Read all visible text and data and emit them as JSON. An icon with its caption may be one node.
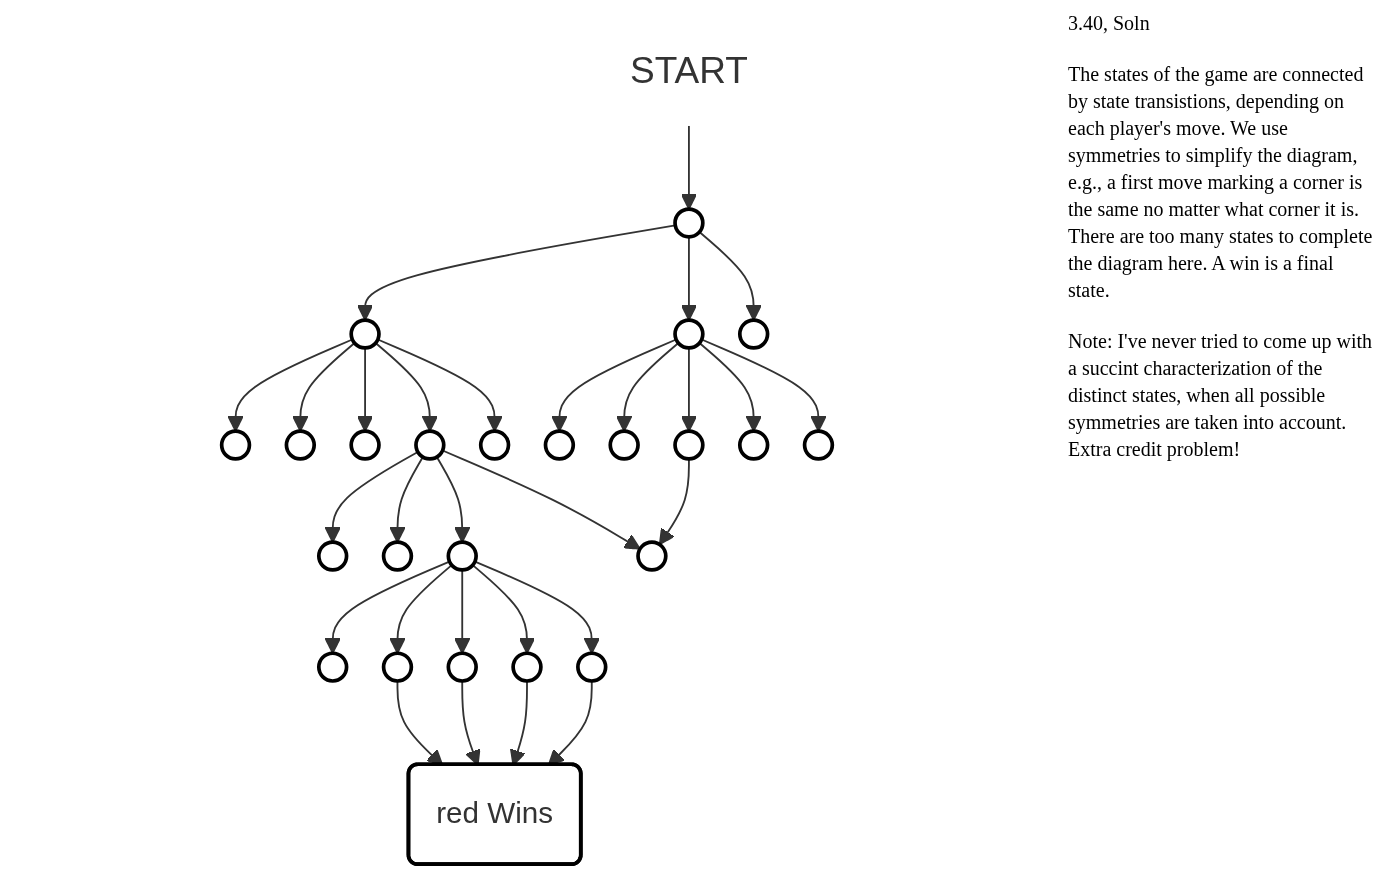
{
  "diagram": {
    "nodes": [
      {
        "text": [
          "START"
        ]
      },
      {
        "text": [],
        "shape": "circle"
      },
      {
        "text": [],
        "shape": "circle"
      },
      {
        "text": [],
        "shape": "circle"
      },
      {
        "text": [],
        "shape": "circle"
      },
      {
        "text": [],
        "shape": "circle"
      },
      {
        "text": [],
        "shape": "circle"
      },
      {
        "text": [],
        "shape": "circle"
      },
      {
        "text": [],
        "shape": "circle"
      },
      {
        "text": [],
        "shape": "circle"
      },
      {
        "text": [],
        "shape": "circle"
      },
      {
        "text": [],
        "shape": "circle"
      },
      {
        "text": [],
        "shape": "circle"
      },
      {
        "text": [],
        "shape": "circle"
      },
      {
        "text": [],
        "shape": "circle"
      },
      {
        "text": [],
        "shape": "circle"
      },
      {
        "text": [],
        "shape": "circle"
      },
      {
        "text": [],
        "shape": "circle"
      },
      {
        "text": [],
        "shape": "circle"
      },
      {
        "text": [],
        "shape": "circle"
      },
      {
        "text": [],
        "shape": "circle"
      },
      {
        "text": [],
        "shape": "circle"
      },
      {
        "text": [],
        "shape": "circle"
      },
      {
        "text": [],
        "shape": "circle"
      },
      {
        "text": [
          "red Wins"
        ]
      }
    ],
    "edges": [
      {
        "from": 0,
        "to": 1,
        "arrow": "to"
      },
      {
        "from": 1,
        "to": 2,
        "arrow": "to"
      },
      {
        "from": 1,
        "to": 3,
        "arrow": "to"
      },
      {
        "from": 1,
        "to": 4,
        "arrow": "to"
      },
      {
        "from": 2,
        "to": 5,
        "arrow": "to"
      },
      {
        "from": 2,
        "to": 6,
        "arrow": "to"
      },
      {
        "from": 2,
        "to": 7,
        "arrow": "to"
      },
      {
        "from": 2,
        "to": 8,
        "arrow": "to"
      },
      {
        "from": 2,
        "to": 9,
        "arrow": "to"
      },
      {
        "from": 3,
        "to": 10,
        "arrow": "to"
      },
      {
        "from": 3,
        "to": 11,
        "arrow": "to"
      },
      {
        "from": 3,
        "to": 12,
        "arrow": "to"
      },
      {
        "from": 3,
        "to": 13,
        "arrow": "to"
      },
      {
        "from": 3,
        "to": 14,
        "arrow": "to"
      },
      {
        "from": 8,
        "to": 15,
        "arrow": "to"
      },
      {
        "from": 8,
        "to": 16,
        "arrow": "to"
      },
      {
        "from": 8,
        "to": 17,
        "arrow": "to"
      },
      {
        "from": 8,
        "to": 18,
        "arrow": "to"
      },
      {
        "from": 12,
        "to": 18,
        "arrow": "to"
      },
      {
        "from": 17,
        "to": 19,
        "arrow": "to"
      },
      {
        "from": 17,
        "to": 20,
        "arrow": "to"
      },
      {
        "from": 17,
        "to": 21,
        "arrow": "to"
      },
      {
        "from": 17,
        "to": 22,
        "arrow": "to"
      },
      {
        "from": 17,
        "to": 23,
        "arrow": "to"
      },
      {
        "from": 20,
        "to": 24,
        "arrow": "to"
      },
      {
        "from": 21,
        "to": 24,
        "arrow": "to"
      },
      {
        "from": 22,
        "to": 24,
        "arrow": "to"
      },
      {
        "from": 23,
        "to": 24,
        "arrow": "to"
      }
    ],
    "labels": [
      "3.40, Soln",
      "The states of the game are connected by state transistions, depending on each player's move. We use symmetries to simplify the diagram, e.g., a first move marking a corner is the same no matter what corner it is. There are too many states to complete the diagram here. A win is a final state.",
      "Note: I've never tried to come up with a succint characterization of the distinct states, when all possible symmetries are taken into account. Extra credit problem!"
    ]
  }
}
